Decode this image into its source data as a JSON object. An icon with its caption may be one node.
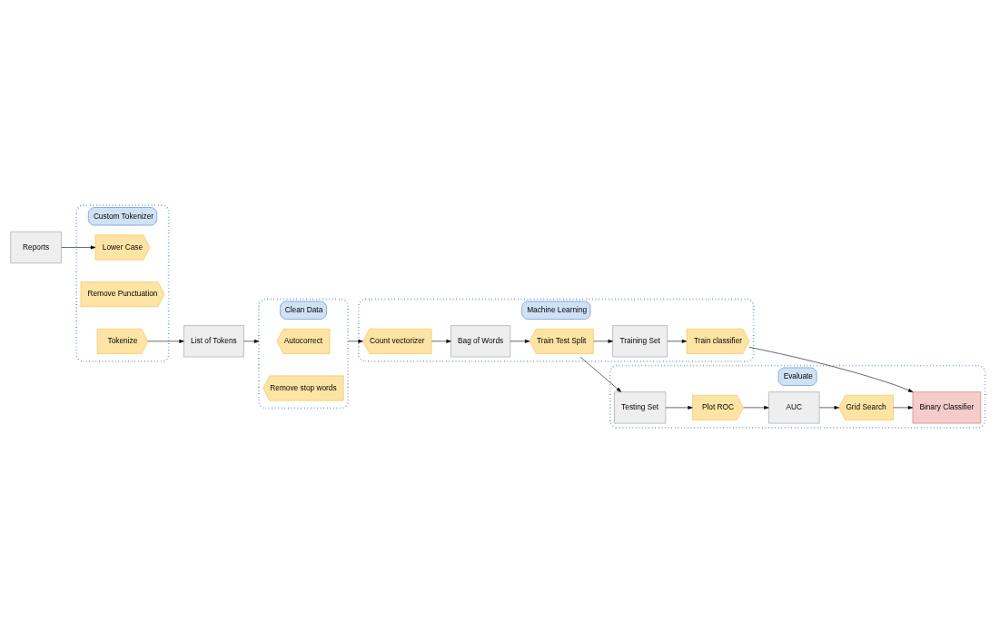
{
  "diagram": {
    "nodes": [
      {
        "text": [
          "Custom Tokenizer"
        ]
      },
      {
        "text": [
          "Reports"
        ]
      },
      {
        "text": [
          "Lower Case"
        ],
        "in": 0
      },
      {
        "text": [
          "Remove Punctuation"
        ],
        "in": 0
      },
      {
        "text": [
          "Tokenize"
        ],
        "in": 0
      },
      {
        "text": [
          "List of Tokens"
        ]
      },
      {
        "text": [
          "Clean Data"
        ]
      },
      {
        "text": [
          "Autocorrect"
        ],
        "in": 6
      },
      {
        "text": [
          "Remove stop words"
        ],
        "in": 6
      },
      {
        "text": [
          "Machine Learning"
        ]
      },
      {
        "text": [
          "Count vectorizer"
        ],
        "in": 9
      },
      {
        "text": [
          "Bag of Words"
        ],
        "in": 9
      },
      {
        "text": [
          "Train Test Split"
        ],
        "in": 9
      },
      {
        "text": [
          "Training Set"
        ],
        "in": 9
      },
      {
        "text": [
          "Train classifier"
        ],
        "in": 9
      },
      {
        "text": [
          "Evaluate"
        ]
      },
      {
        "text": [
          "Binary Classifier"
        ],
        "in": 15
      },
      {
        "text": [
          "Testing Set"
        ],
        "in": 15
      },
      {
        "text": [
          "Plot ROC"
        ],
        "in": 15
      },
      {
        "text": [
          "AUC"
        ],
        "in": 15
      },
      {
        "text": [
          "Grid Search"
        ],
        "in": 15
      }
    ],
    "edges": [
      {
        "from": 1,
        "to": 2,
        "arrow": "to"
      },
      {
        "from": 4,
        "to": 5,
        "arrow": "to"
      },
      {
        "from": 5,
        "to": 6,
        "arrow": "to"
      },
      {
        "from": 6,
        "to": 10,
        "arrow": "to"
      },
      {
        "from": 10,
        "to": 11,
        "arrow": "to"
      },
      {
        "from": 11,
        "to": 12,
        "arrow": "to"
      },
      {
        "from": 12,
        "to": 13,
        "arrow": "to"
      },
      {
        "from": 12,
        "to": 17,
        "arrow": "to"
      },
      {
        "from": 13,
        "to": 14,
        "arrow": "to"
      },
      {
        "from": 14,
        "to": 16,
        "arrow": "to"
      },
      {
        "from": 17,
        "to": 18,
        "arrow": "to"
      },
      {
        "from": 18,
        "to": 19,
        "arrow": "to"
      },
      {
        "from": 19,
        "to": 20,
        "arrow": "to"
      },
      {
        "from": 20,
        "to": 16,
        "arrow": "to"
      }
    ]
  }
}
